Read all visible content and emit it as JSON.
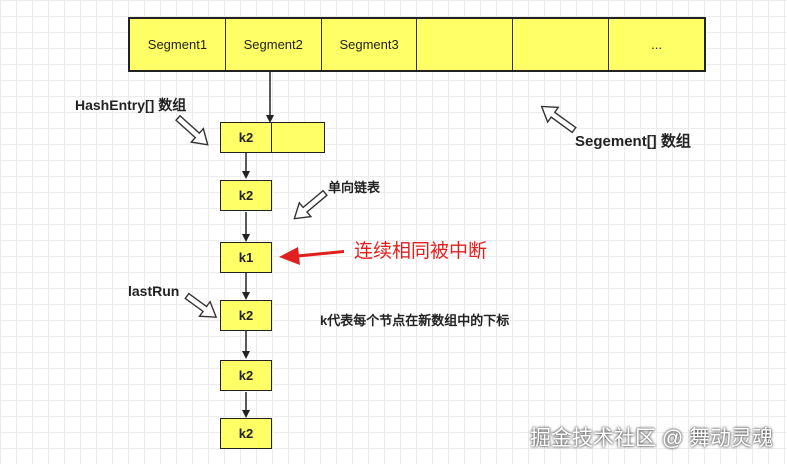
{
  "segments": [
    "Segment1",
    "Segment2",
    "Segment3",
    "",
    "",
    "..."
  ],
  "hash_entry_label": "HashEntry[] 数组",
  "segment_array_label": "Segement[] 数组",
  "linked_list_label": "单向链表",
  "broken_label": "连续相同被中断",
  "last_run_label": "lastRun",
  "k_note": "k代表每个节点在新数组中的下标",
  "nodes": [
    "k2",
    "k2",
    "k1",
    "k2",
    "k2",
    "k2"
  ],
  "watermark": "掘金技术社区 @ 舞动灵魂",
  "colors": {
    "node_fill": "#ffff66",
    "red_arrow": "#e02020",
    "outline": "#222222"
  }
}
